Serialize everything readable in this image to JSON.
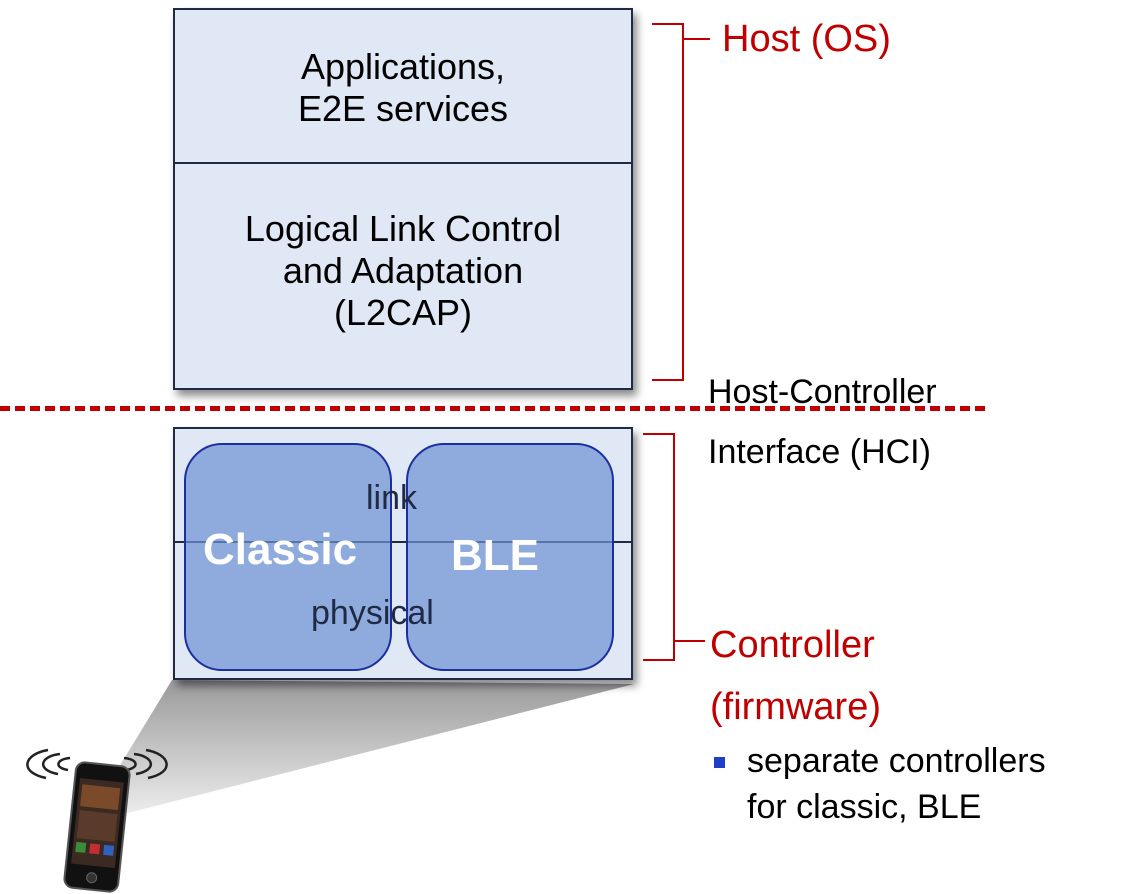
{
  "host_stack": {
    "applications": [
      "Applications,",
      "E2E services"
    ],
    "l2cap": [
      "Logical Link Control",
      "and Adaptation",
      "(L2CAP)"
    ]
  },
  "controller_stack": {
    "link_label": "link",
    "physical_label": "physical",
    "classic_label": "Classic",
    "ble_label": "BLE"
  },
  "annotations": {
    "host": "Host (OS)",
    "hci_line1": "Host-Controller",
    "hci_line2": "Interface (HCI)",
    "controller_line1": "Controller",
    "controller_line2": "(firmware)",
    "bullet_line1": "separate controllers",
    "bullet_line2": "for classic, BLE"
  },
  "colors": {
    "accent_red": "#c00000",
    "box_fill": "#dfe8f4",
    "controller_fill": "#7091d2",
    "bullet_blue": "#1f3fc8"
  },
  "icons": {
    "phone": "smartphone-icon",
    "wireless": "wireless-signal-icon"
  }
}
